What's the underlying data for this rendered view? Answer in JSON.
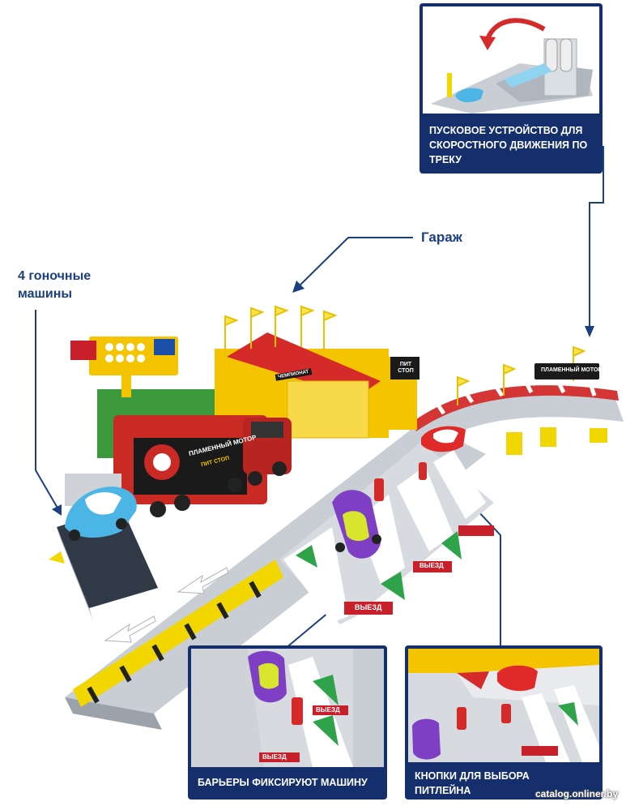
{
  "callouts": {
    "garage": "Гараж",
    "cars": "4 гоночные машины",
    "launcher": "ПУСКОВОЕ УСТРОЙСТВО ДЛЯ СКОРОСТНОГО ДВИЖЕНИЯ ПО ТРЕКУ",
    "barriers": "БАРЬЕРЫ ФИКСИРУЮТ МАШИНУ",
    "pit_buttons": "КНОПКИ ДЛЯ ВЫБОРА ПИТЛЕЙНА"
  },
  "toy_signs": {
    "truck_brand": "ПЛАМЕННЫЙ МОТОР",
    "truck_sub": "ПИТ СТОП",
    "pit_sign": "ПИТ СТОП",
    "track_sign": "ПЛАМЕННЫЙ МОТОР",
    "exit": "ВЫЕЗД",
    "champion": "ЧЕМПИОНАТ"
  },
  "watermark": "catalog.onliner.by",
  "colors": {
    "navy": "#142f6b",
    "label_blue": "#1b3f80",
    "track_grey": "#c9ced4",
    "roof_red": "#d42a2a",
    "garage_yellow": "#f5c400",
    "stripe_yellow": "#f2d600"
  }
}
